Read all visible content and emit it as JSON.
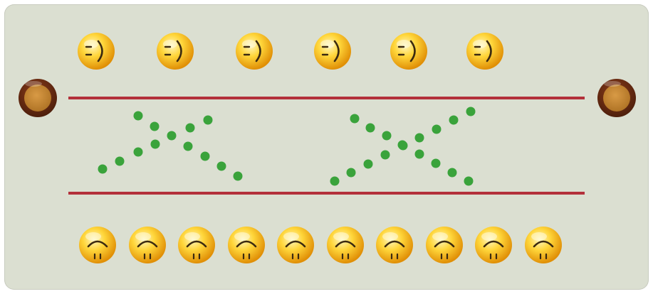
{
  "game": {
    "top_row": {
      "face": "happy-face-sideways-icon",
      "count": 6
    },
    "bottom_row": {
      "face": "sad-face-upside-down-icon",
      "count": 10
    },
    "knobs": [
      "left-knob-icon",
      "right-knob-icon"
    ],
    "dot_patterns": 2
  },
  "colors": {
    "board_background": "#dbdfd1",
    "line": "#b3303a",
    "dot": "#3aa33b",
    "face_light": "#ffe88a",
    "face_dark": "#e39b08",
    "knob_outer": "#6b2c12",
    "knob_inner": "#c98b3a"
  }
}
